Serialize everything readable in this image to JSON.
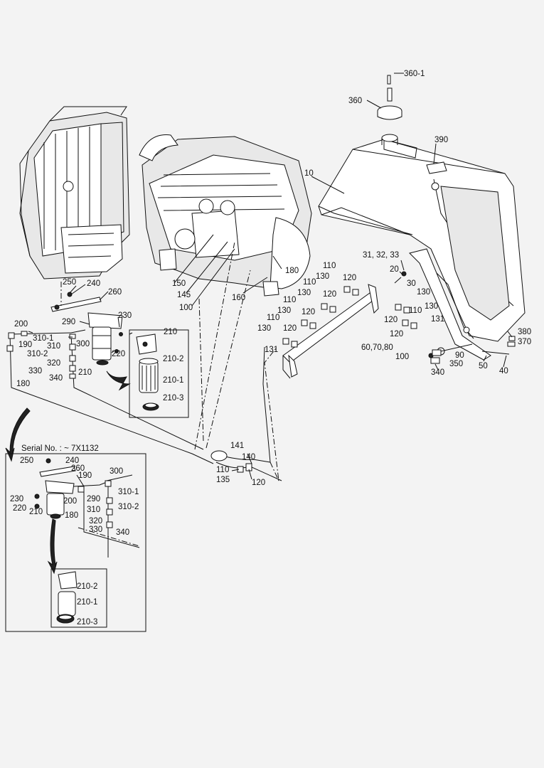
{
  "serial_note": "Serial No. : ~ 7X1132",
  "colors": {
    "ink": "#111111",
    "paper": "#f3f3f3"
  },
  "labels": {
    "l360_1": "360-1",
    "l360": "360",
    "l390": "390",
    "l10": "10",
    "l31_32_33": "31, 32, 33",
    "l20": "20",
    "l30": "30",
    "l110a": "110",
    "l130a": "130",
    "l120a": "120",
    "l110b": "110",
    "l130b": "130",
    "l120b": "120",
    "l110c": "110",
    "l130c": "130",
    "l120c": "120",
    "l110d": "110",
    "l130d": "130",
    "l120d": "120",
    "l131a": "131",
    "l130e": "130",
    "l120e": "120",
    "l110e": "110",
    "l130f": "130",
    "l131b": "131",
    "l120f": "120",
    "l380": "380",
    "l370": "370",
    "l60_70_80": "60,70,80",
    "l100b": "100",
    "l90": "90",
    "l350": "350",
    "l340b": "340",
    "l50": "50",
    "l40": "40",
    "l180a": "180",
    "l150": "150",
    "l145": "145",
    "l100a": "100",
    "l160": "160",
    "l250a": "250",
    "l240a": "240",
    "l260a": "260",
    "l230a": "230",
    "l290a": "290",
    "l200a": "200",
    "l310_1a": "310-1",
    "l300a": "300",
    "l190a": "190",
    "l310a": "310",
    "l310_2a": "310-2",
    "l320a": "320",
    "l330a": "330",
    "l340a": "340",
    "l220a": "220",
    "l210a": "210",
    "l180b": "180",
    "l210box": "210",
    "l210_2a": "210-2",
    "l210_1a": "210-1",
    "l210_3a": "210-3",
    "l141": "141",
    "l140": "140",
    "l110f": "110",
    "l135": "135",
    "l120g": "120",
    "l250b": "250",
    "l240b": "240",
    "l260b": "260",
    "l190b": "190",
    "l300b": "300",
    "l290b": "290",
    "l310_1b": "310-1",
    "l230b": "230",
    "l220b": "220",
    "l210b": "210",
    "l200b": "200",
    "l180c": "180",
    "l310b": "310",
    "l310_2b": "310-2",
    "l320b": "320",
    "l330b": "330",
    "l340c": "340",
    "l210_2b": "210-2",
    "l210_1b": "210-1",
    "l210_3b": "210-3"
  }
}
